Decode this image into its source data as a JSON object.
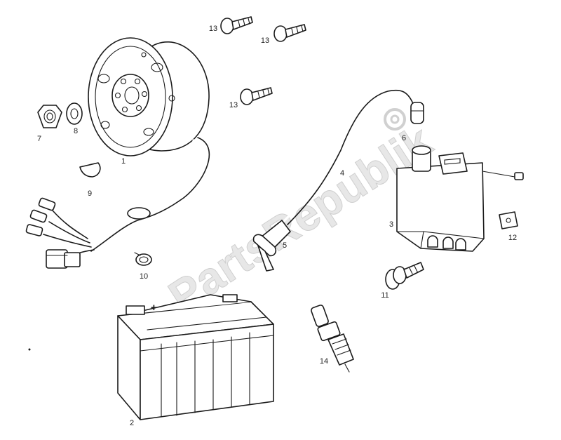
{
  "watermark": "PartsRepublik",
  "colors": {
    "line": "#1a1a1a",
    "watermark": "#d4d4d4",
    "background": "#ffffff"
  },
  "callouts": [
    "1",
    "2",
    "3",
    "4",
    "5",
    "6",
    "7",
    "8",
    "9",
    "10",
    "11",
    "12",
    "13",
    "13",
    "13",
    "14"
  ],
  "battery_mark": "+"
}
